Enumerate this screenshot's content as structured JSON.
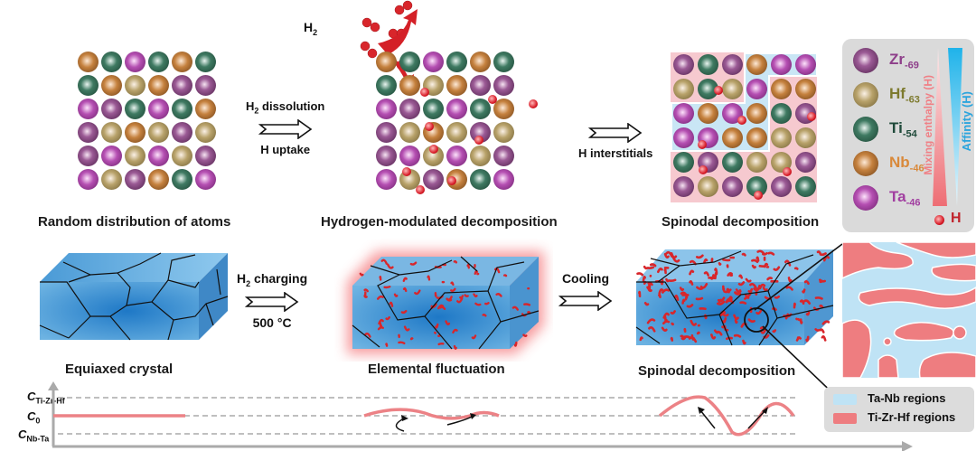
{
  "top_row": {
    "panel1": {
      "caption": "Random distribution of atoms",
      "grid": [
        [
          "Nb",
          "Ti",
          "Ta",
          "Ti",
          "Nb",
          "Ti"
        ],
        [
          "Ti",
          "Nb",
          "Hf",
          "Nb",
          "Zr",
          "Zr"
        ],
        [
          "Ta",
          "Zr",
          "Ti",
          "Ta",
          "Ti",
          "Nb"
        ],
        [
          "Zr",
          "Hf",
          "Nb",
          "Hf",
          "Zr",
          "Hf"
        ],
        [
          "Zr",
          "Ta",
          "Hf",
          "Ta",
          "Hf",
          "Zr"
        ],
        [
          "Ta",
          "Hf",
          "Zr",
          "Nb",
          "Ti",
          "Ta"
        ]
      ]
    },
    "step1": {
      "line1_main": "H",
      "line1_sub": "2",
      "line1_rest": " dissolution",
      "line2": "H uptake"
    },
    "panel2": {
      "caption": "Hydrogen-modulated decomposition",
      "h2_label_main": "H",
      "h2_label_sub": "2",
      "grid": [
        [
          "Nb",
          "Ti",
          "Ta",
          "Ti",
          "Nb",
          "Ti"
        ],
        [
          "Ti",
          "Nb",
          "Hf",
          "Nb",
          "Zr",
          "Zr"
        ],
        [
          "Ta",
          "Zr",
          "Ti",
          "Ta",
          "Ti",
          "Nb"
        ],
        [
          "Zr",
          "Hf",
          "Nb",
          "Hf",
          "Zr",
          "Hf"
        ],
        [
          "Zr",
          "Ta",
          "Hf",
          "Ta",
          "Hf",
          "Zr"
        ],
        [
          "Ta",
          "Hf",
          "Zr",
          "Nb",
          "Ti",
          "Ta"
        ]
      ]
    },
    "step2": {
      "label": "H interstitials"
    },
    "panel3": {
      "caption": "Spinodal decomposition",
      "grid": [
        [
          "Zr",
          "Ti",
          "Zr",
          "Nb",
          "Ta",
          "Ta"
        ],
        [
          "Hf",
          "Ti",
          "Hf",
          "Ta",
          "Nb",
          "Nb"
        ],
        [
          "Ta",
          "Nb",
          "Ta",
          "Nb",
          "Ti",
          "Zr"
        ],
        [
          "Ta",
          "Ta",
          "Nb",
          "Nb",
          "Hf",
          "Hf"
        ],
        [
          "Ti",
          "Zr",
          "Ti",
          "Hf",
          "Hf",
          "Zr"
        ],
        [
          "Zr",
          "Hf",
          "Zr",
          "Ti",
          "Zr",
          "Ti"
        ]
      ]
    }
  },
  "element_legend": {
    "items": [
      {
        "symbol": "Zr",
        "value": "-69",
        "color": "#8e3f8a"
      },
      {
        "symbol": "Hf",
        "value": "-63",
        "color": "#7d7a2e"
      },
      {
        "symbol": "Ti",
        "value": "-54",
        "color": "#1f4a3a"
      },
      {
        "symbol": "Nb",
        "value": "-46",
        "color": "#d9893a"
      },
      {
        "symbol": "Ta",
        "value": "-46",
        "color": "#a13ea0"
      }
    ],
    "mixing_enthalpy_label": "Mixing enthalpy (H)",
    "affinity_label": "Affinity (H)",
    "hydrogen_label": "H"
  },
  "middle_row": {
    "panel1_caption": "Equiaxed crystal",
    "step1": {
      "line1_main": "H",
      "line1_sub": "2",
      "line1_rest": " charging",
      "line2": "500 °C"
    },
    "panel2_caption": "Elemental fluctuation",
    "step2": {
      "label": "Cooling"
    },
    "panel3_caption": "Spinodal decomposition"
  },
  "concentration_plot": {
    "y_labels": [
      {
        "main": "C",
        "sub": "Ti-Zr-Hf"
      },
      {
        "main": "C",
        "sub": "0"
      },
      {
        "main": "C",
        "sub": "Nb-Ta"
      }
    ]
  },
  "region_legend": {
    "items": [
      {
        "label": "Ta-Nb regions",
        "color": "#bfe3f5"
      },
      {
        "label": "Ti-Zr-Hf regions",
        "color": "#ee7d80"
      }
    ]
  },
  "colors": {
    "blue_matrix": "#3b8fcf",
    "red_phase": "#d8262b",
    "pink_curve": "#ec8286",
    "light_blue": "#bfe3f5"
  }
}
